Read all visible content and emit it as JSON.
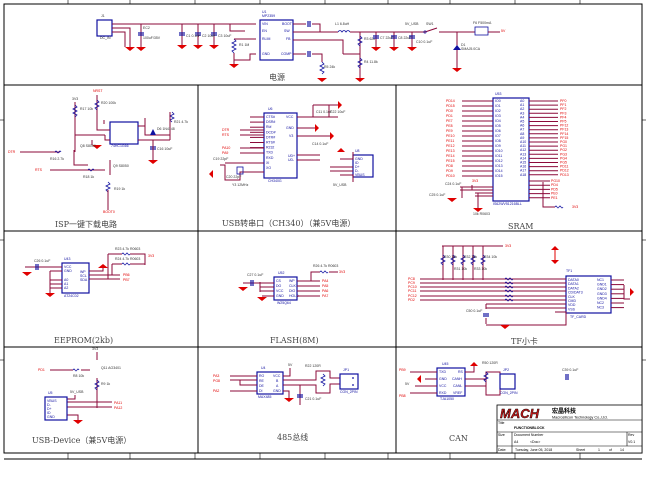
{
  "sections": {
    "power": "电源",
    "isp": "ISP一键下载电路",
    "usb_serial": "USB转串口（CH340）（兼5V电源）",
    "sram": "SRAM",
    "eeprom": "EEPROM(2kb)",
    "flash": "FLASH(8M)",
    "tf": "TF小卡",
    "usb_device": "USB-Device（兼5V电源）",
    "rs485": "485总线",
    "can": "CAN"
  },
  "power": {
    "connector": "DC_IN",
    "ref_j": "J1",
    "ec": "EC2",
    "ec_val": "100uF/35V",
    "ic_ref": "U1",
    "ic_name": "MP2359",
    "pins_left": [
      "VIN",
      "EN",
      "RLIM",
      "GND"
    ],
    "pins_right": [
      "BOOT",
      "SW",
      "FB",
      "COMP"
    ],
    "inductor": "L1 6.8uH",
    "switch": "SW1",
    "usb_net": "5V_USB",
    "fuse": "F6 F500mA",
    "diode": "D1",
    "diode_val": "SMAJ5.0CA",
    "out_net": "5V",
    "caps": [
      "C1 0.1uF",
      "C2 10uF",
      "C3 10uF",
      "C7 22uF",
      "C8 22uF",
      "C10 0.1uF"
    ],
    "resistors": [
      "R1 1M",
      "R3 62k",
      "R4 11.8k",
      "R5 24k"
    ]
  },
  "isp": {
    "nets": [
      "DTR",
      "RTS",
      "BOOT0",
      "NRST",
      "3V3"
    ],
    "ic": "74HC1G66",
    "q1": "Q8 S8050",
    "q2": "Q9 S8050",
    "d": "D6 1N4148",
    "resistors": [
      "R17 10k",
      "R16 2.7k",
      "R18 1k",
      "R19 1k",
      "R20 100k",
      "R21 4.7k"
    ],
    "cap": "C16 10uF"
  },
  "usb_serial": {
    "ic_ref": "U6",
    "ic_name": "CH340G",
    "pins_left": [
      "CTS#",
      "DSR#",
      "RI#",
      "DCD#",
      "DTR#",
      "RTS#",
      "R232",
      "TXD",
      "RXD",
      "XI",
      "XO"
    ],
    "pins_right": [
      "VCC",
      "GND",
      "V3",
      "UD+",
      "UD-"
    ],
    "crystal": "Y3 12MHz",
    "nets": [
      "DTR",
      "RTS",
      "PA10",
      "PA9"
    ],
    "conn_ref": "U8",
    "conn_pins": [
      "GND",
      "ID",
      "D+",
      "D-",
      "VBUS"
    ],
    "conn_net": "5V_USB",
    "caps": [
      "C11 0.1uF",
      "C22 10uF",
      "C14 0.1uF",
      "C19 22pF",
      "C20 22pF"
    ]
  },
  "sram": {
    "ic_ref": "U53",
    "ic_name": "IS62WV51216BLL",
    "left_nets": [
      "PD14",
      "PD15",
      "PD0",
      "PD1",
      "PE7",
      "PE8",
      "PE9",
      "PE10",
      "PE11",
      "PE12",
      "PE13",
      "PE14",
      "PE15",
      "PD8",
      "PD9",
      "PD10"
    ],
    "right_nets": [
      "PF0",
      "PF1",
      "PF2",
      "PF3",
      "PF4",
      "PF5",
      "PF12",
      "PF13",
      "PF14",
      "PF15",
      "PG0",
      "PG1",
      "PG2",
      "PG3",
      "PG4",
      "PG5",
      "PD11",
      "PD12",
      "PD13"
    ],
    "ctrl_nets": [
      "PG10",
      "PD4",
      "PD5",
      "PE0",
      "PE1"
    ],
    "power_net": "3V3",
    "resistor": "10k R0603",
    "caps": [
      "C24 0.1uF",
      "C25 0.1uF"
    ]
  },
  "eeprom": {
    "ic_ref": "U43",
    "ic_name": "AT24C02",
    "pins_left": [
      "VCC",
      "GND",
      "A0",
      "A1",
      "A2"
    ],
    "pins_right": [
      "WP",
      "SCL",
      "SDA"
    ],
    "nets": [
      "PB6",
      "PB7",
      "3V3"
    ],
    "resistors": [
      "R23 4.7k R0603",
      "R24 4.7k R0603"
    ],
    "cap": "C26 0.1uF"
  },
  "flash": {
    "ic_ref": "U52",
    "ic_name": "W25Q64",
    "pins_left": [
      "CS",
      "DO",
      "VCC",
      "GND"
    ],
    "pins_right": [
      "WP",
      "CLK",
      "DIO",
      "HOLD"
    ],
    "nets": [
      "PA4",
      "PA5",
      "PA6",
      "PA7",
      "3V3"
    ],
    "resistor": "R26 4.7k R0603",
    "cap": "C27 0.1uF"
  },
  "tf": {
    "ic_ref": "TF1",
    "ic_name": "TF_CARD",
    "pins_left": [
      "DATA0",
      "DATA1",
      "DATA2",
      "CD/DAT3",
      "CLK",
      "CMD",
      "VDD",
      "VSS"
    ],
    "pins_right": [
      "NC1",
      "GND1",
      "GND2",
      "GND3",
      "GND4",
      "NC2",
      "NC3"
    ],
    "nets": [
      "PC8",
      "PC9",
      "PC10",
      "PC11",
      "PC12",
      "PD2",
      "3V3"
    ],
    "resistors": [
      "R30 10k",
      "R31 10k",
      "R32 10k",
      "R33 10k",
      "R34 10k"
    ],
    "cap": "C50 0.1uF"
  },
  "usb_device": {
    "conn_ref": "U5",
    "pins": [
      "VBUS",
      "D-",
      "D+",
      "ID",
      "GND"
    ],
    "nets": [
      "PD1",
      "PA11",
      "PA12",
      "5V_USB",
      "3V3"
    ],
    "q": "Q11 AO3401",
    "resistors": [
      "R8 10k",
      "R9 1k"
    ]
  },
  "rs485": {
    "ic_ref": "U4",
    "ic_name": "MAX485",
    "pins_left": [
      "RO",
      "RE",
      "DE",
      "DI"
    ],
    "pins_right": [
      "VCC",
      "B",
      "A",
      "GND"
    ],
    "nets": [
      "PA3",
      "PG8",
      "PA2",
      "5V"
    ],
    "resistor": "R22 120R",
    "conn": "JP1",
    "conn_name": "CON_2PIN",
    "cap": "C21 0.1uF"
  },
  "can": {
    "ic_ref": "U45",
    "ic_name": "TJA1050",
    "pins_left": [
      "TXD",
      "GND",
      "VCC",
      "RXD"
    ],
    "pins_right": [
      "RS",
      "CANH",
      "CANL",
      "VREF"
    ],
    "nets": [
      "PB9",
      "PB8",
      "5V"
    ],
    "resistor": "R50 120R",
    "conn": "JP2",
    "conn_name": "CON_2PIN",
    "cap": "C39 0.1uF"
  },
  "titleblock": {
    "logo": "MACH",
    "company_cn": "宏晶科技",
    "company_en": "Macrosilicon Technology Co.,Ltd.",
    "title_label": "Title",
    "title": "FUNCTIONBLOCK",
    "size_label": "Size",
    "size": "A4",
    "doc_label": "Document Number",
    "doc": "<Doc>",
    "rev_label": "Rev",
    "rev": "V0.1",
    "date_label": "Date:",
    "date": "Tuesday, June 05, 2018",
    "sheet_label": "Sheet",
    "sheet": "1",
    "of_label": "of",
    "sheets": "14"
  }
}
